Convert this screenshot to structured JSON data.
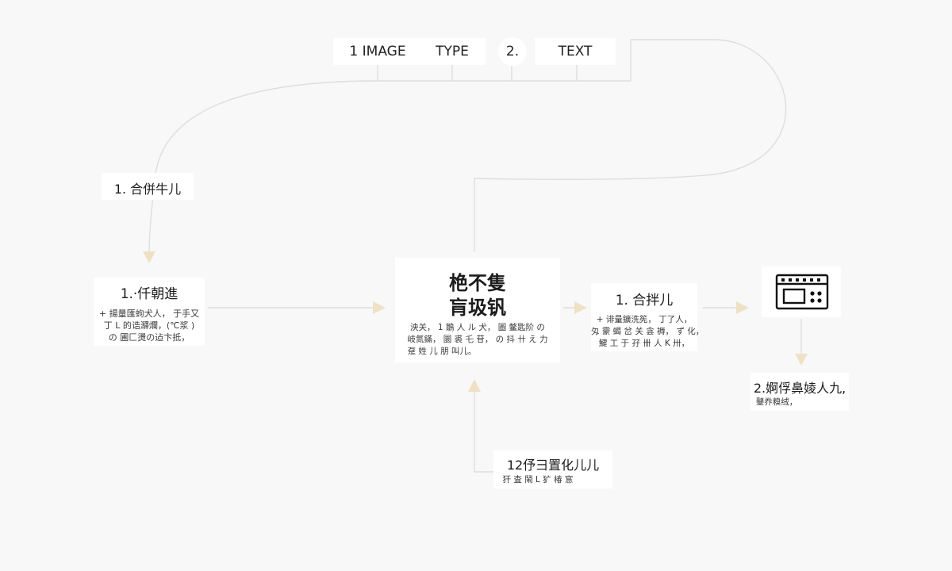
{
  "top_bar": {
    "item1": "1 IMAGE",
    "item2": "TYPE",
    "item3": "2.",
    "item4": "TEXT"
  },
  "colors": {
    "line": "#dedede",
    "arrow": "#efe1c6",
    "box": "#ffffff",
    "background": "#f8f8f8"
  },
  "labels": {
    "top_left": "1. 合併牛儿",
    "left_title": "1.·仟朝進",
    "left_desc": [
      "+ 揚量匯蚼犬人，  于手又",
      "丁 L 的诰㶠爛，(℃浆 )",
      "の 圃匚燙の迠卞抵，"
    ],
    "center_title_1": "栬不隻",
    "center_title_2": "肓圾钒",
    "center_desc": [
      "泱关，  1 鶵 人 ル 犬，  圖 鳖匙阶 の",
      "岐氮鏋，  圜 裘 乇 苷，  の 抖 卄 え 力",
      "趸 姓 儿 朋 叫儿。"
    ],
    "right_title": "1. 合拌儿",
    "right_desc": [
      "+ 诽量鑛洗筅，  丁了人，",
      "匁 霥 蝎 岔 关 侌 褥，  ず 化，",
      "鰎 工 于 孖 卌 人 K 卅，"
    ],
    "bottom_title": "12伃彐置化儿儿",
    "bottom_desc": "犴 査 鬧 L 犷 椿 悹",
    "far_right_title": "2.婀俘鼻婈人九,",
    "far_right_desc": "鼞奍糗绒，",
    "device_icon": "oven-icon"
  }
}
